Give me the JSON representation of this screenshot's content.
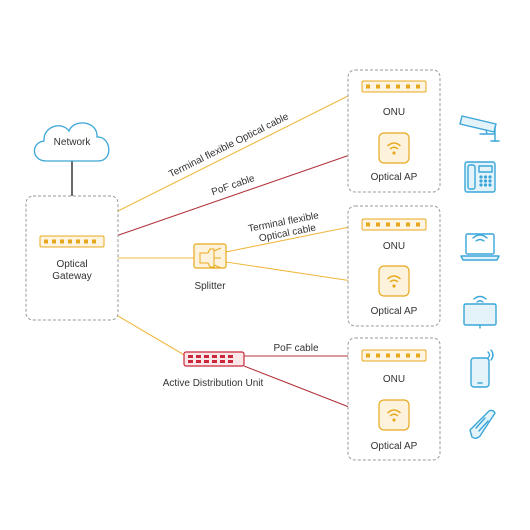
{
  "nodes": {
    "network": "Network",
    "gateway_line1": "Optical",
    "gateway_line2": "Gateway",
    "splitter": "Splitter",
    "adu": "Active Distribution Unit",
    "group1": {
      "onu": "ONU",
      "ap": "Optical AP"
    },
    "group2": {
      "onu": "ONU",
      "ap": "Optical AP"
    },
    "group3": {
      "onu": "ONU",
      "ap": "Optical AP"
    }
  },
  "links": {
    "terminal_flexible_1": "Terminal flexible Optical cable",
    "poe_1": "PoF cable",
    "terminal_flexible_2_line1": "Terminal flexible",
    "terminal_flexible_2_line2": "Optical cable",
    "poe_2": "PoF cable"
  },
  "terminals": [
    "camera-icon",
    "phone-icon",
    "laptop-icon",
    "desktop-icon",
    "mobile-icon",
    "pos-terminal-icon"
  ],
  "colors": {
    "optical": "#f0b840",
    "pof": "#b0343c",
    "terminal": "#3aa6d8",
    "cloud": "#3aa6d8",
    "device": "#e8a81e",
    "adu": "#c8283c"
  }
}
